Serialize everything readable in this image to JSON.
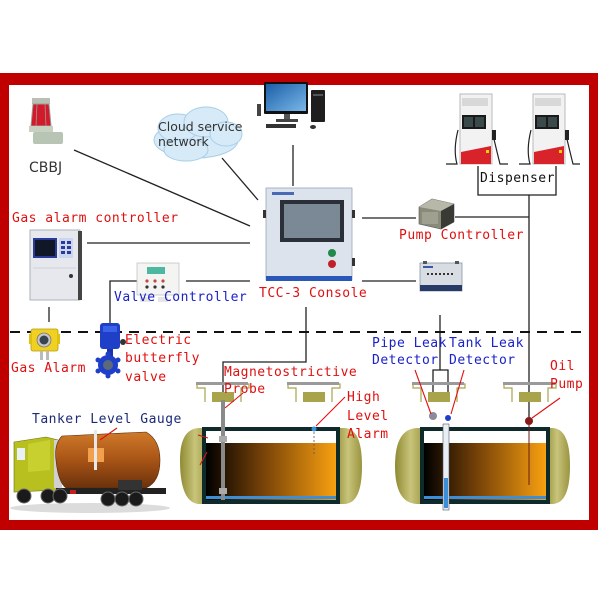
{
  "title": "Fuel station tank monitoring system diagram",
  "colors": {
    "frame": "#c00000",
    "label_red": "#e01010",
    "label_blue": "#1a22c8",
    "label_navy": "#1c2a78",
    "fuel": "#f29a0e",
    "tank_shell": "#a9a44c",
    "water": "#3a8fd8"
  },
  "devices": {
    "cbbj": {
      "label": "CBBJ",
      "icon": "warning-beacon-icon"
    },
    "cloud": {
      "label_line1": "Cloud service",
      "label_line2": "network",
      "icon": "cloud-icon"
    },
    "computer": {
      "icon": "desktop-computer-icon"
    },
    "dispenser": {
      "label": "Dispenser",
      "icon": "fuel-dispenser-icon"
    },
    "gas_alarm_controller": {
      "label": "Gas alarm controller",
      "icon": "gas-alarm-controller-icon"
    },
    "console": {
      "label": "TCC-3 Console",
      "icon": "console-panel-icon"
    },
    "pump_controller": {
      "label": "Pump Controller",
      "icon": "pump-controller-icon"
    },
    "leak_controller": {
      "icon": "leak-controller-icon"
    },
    "valve_controller": {
      "label": "Valve Controller",
      "icon": "valve-controller-icon"
    },
    "gas_alarm": {
      "label": "Gas Alarm",
      "icon": "gas-detector-icon"
    },
    "butterfly_valve": {
      "label_line1": "Electric",
      "label_line2": "butterfly",
      "label_line3": "valve",
      "icon": "butterfly-valve-icon"
    },
    "tanker": {
      "label": "Tanker Level Gauge",
      "icon": "tanker-truck-icon"
    },
    "probe": {
      "label_line1": "Magnetostrictive",
      "label_line2": "Probe"
    },
    "high_level_alarm": {
      "label_line1": "High",
      "label_line2": "Level",
      "label_line3": "Alarm"
    },
    "pipe_leak": {
      "label_line1": "Pipe Leak",
      "label_line2": "Detector"
    },
    "tank_leak": {
      "label_line1": "Tank Leak",
      "label_line2": "Detector"
    },
    "oil_pump": {
      "label_line1": "Oil",
      "label_line2": "Pump"
    }
  }
}
